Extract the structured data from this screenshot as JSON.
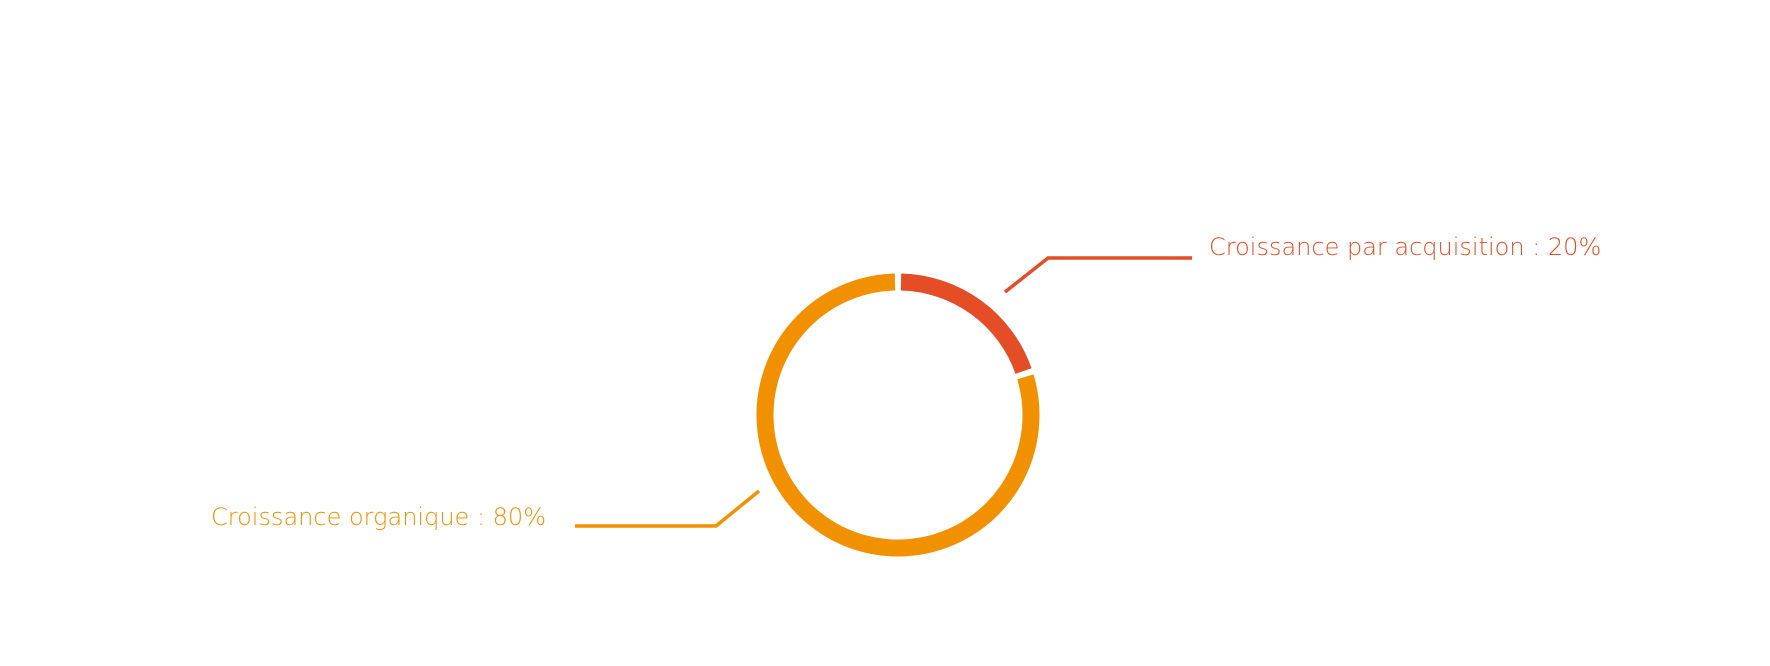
{
  "chart_data": {
    "type": "pie",
    "title": "",
    "slices": [
      {
        "label": "Croissance par acquisition : 20%",
        "value": 20,
        "color": "#e44d26"
      },
      {
        "label": "Croissance organique : 80%",
        "value": 80,
        "color": "#f29100"
      }
    ]
  }
}
